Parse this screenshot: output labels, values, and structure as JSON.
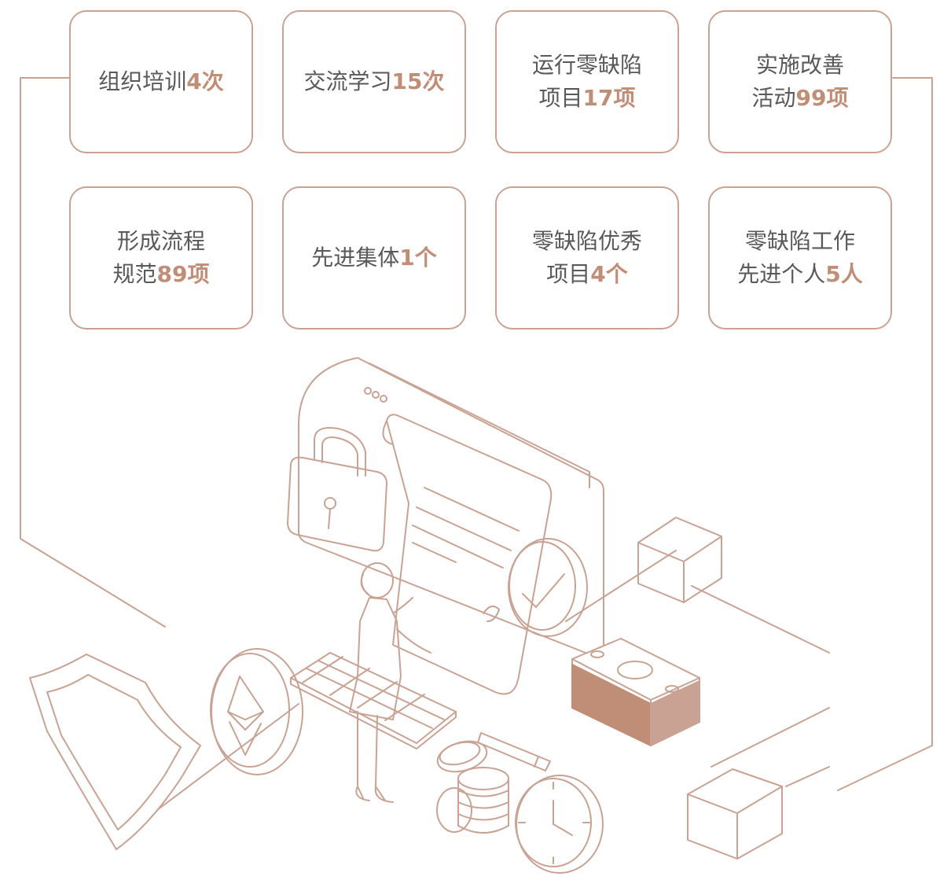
{
  "colors": {
    "accent": "#c08d76",
    "line": "#c9a293",
    "text": "#595959"
  },
  "cards": [
    {
      "lines": [
        {
          "text": "组织培训",
          "value": "4次"
        }
      ]
    },
    {
      "lines": [
        {
          "text": "交流学习",
          "value": "15次"
        }
      ]
    },
    {
      "lines": [
        {
          "text": "运行零缺陷",
          "value": ""
        },
        {
          "text": "项目",
          "value": "17项"
        }
      ]
    },
    {
      "lines": [
        {
          "text": "实施改善",
          "value": ""
        },
        {
          "text": "活动",
          "value": "99项"
        }
      ]
    },
    {
      "lines": [
        {
          "text": "形成流程",
          "value": ""
        },
        {
          "text": "规范",
          "value": "89项"
        }
      ]
    },
    {
      "lines": [
        {
          "text": "先进集体",
          "value": "1个"
        }
      ]
    },
    {
      "lines": [
        {
          "text": "零缺陷优秀",
          "value": ""
        },
        {
          "text": "项目",
          "value": "4个"
        }
      ]
    },
    {
      "lines": [
        {
          "text": "零缺陷工作",
          "value": ""
        },
        {
          "text": "先进个人",
          "value": "5人"
        }
      ]
    }
  ],
  "illustration": {
    "icons": [
      "lock-icon",
      "check-badge-icon",
      "shield-icon",
      "ethereum-coin-icon",
      "keyboard-icon",
      "cash-stack-icon",
      "coin-stack-icon",
      "clock-icon",
      "cube-icon",
      "pen-icon",
      "mouse-icon"
    ]
  }
}
